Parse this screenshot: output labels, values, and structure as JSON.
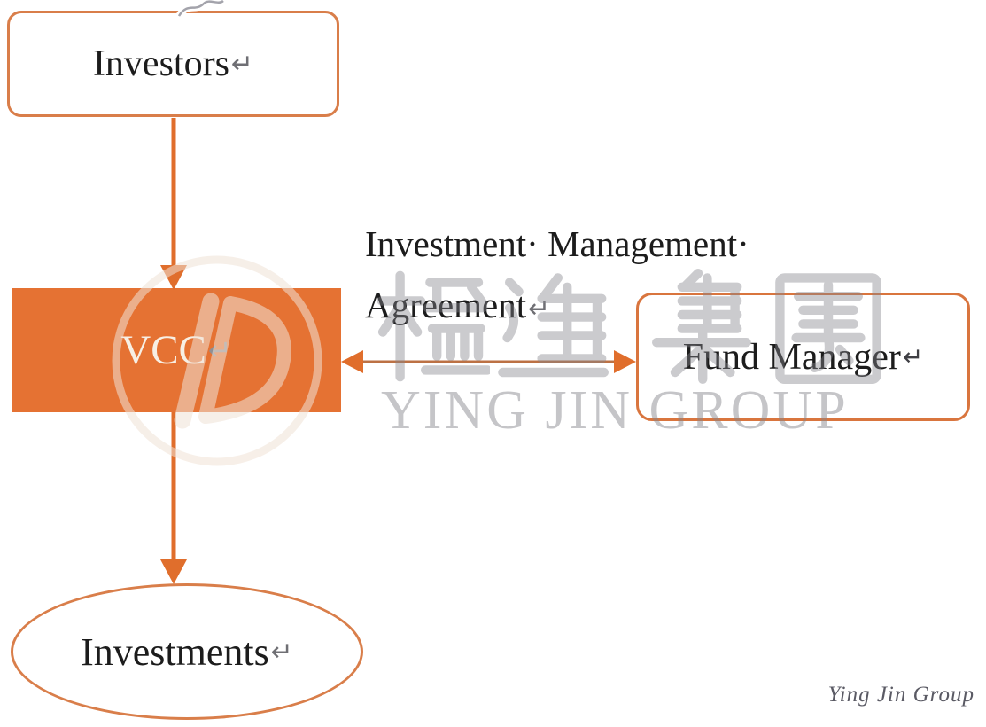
{
  "diagram": {
    "nodes": {
      "investors": {
        "label": "Investors",
        "return_mark": "↵"
      },
      "vcc": {
        "label": "VCC",
        "return_mark": "↵"
      },
      "fund_manager": {
        "label": "Fund Manager",
        "return_mark": "↵"
      },
      "investments": {
        "label": "Investments",
        "return_mark": "↵"
      }
    },
    "edges": {
      "investors_to_vcc": "arrow-down",
      "vcc_to_investments": "arrow-down",
      "vcc_fund_manager": "double-headed-arrow",
      "agreement_label_line1": "Investment· Management·",
      "agreement_label_line2": "Agreement",
      "agreement_return_mark": "↵"
    },
    "colors": {
      "node_fill_orange": "#E57233",
      "node_border_orange": "#D97E4A",
      "arrow_orange": "#E06E2C",
      "text_black": "#1c1c1c",
      "return_mark_gray": "#6f6f74"
    }
  },
  "watermark": {
    "cjk_text": "楹進集團",
    "latin_text": "YING JIN GROUP",
    "signature": "Ying Jin Group",
    "logo": "circular-emblem",
    "colors": {
      "watermark_gray": "#85858d",
      "watermark_cream": "#F0E2D6",
      "signature_gray": "#5a5a64"
    }
  }
}
